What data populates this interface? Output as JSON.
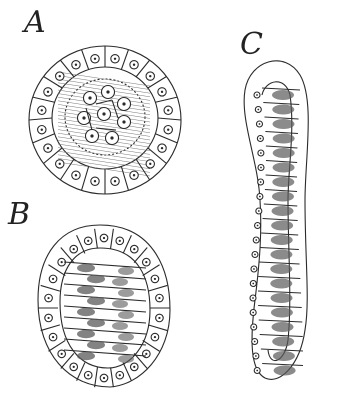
{
  "labels": {
    "a": "A",
    "b": "B",
    "c": "C"
  },
  "colors": {
    "ink": "#2a2a2a",
    "nucleus": "#5a5a5a",
    "paper": "#ffffff"
  }
}
